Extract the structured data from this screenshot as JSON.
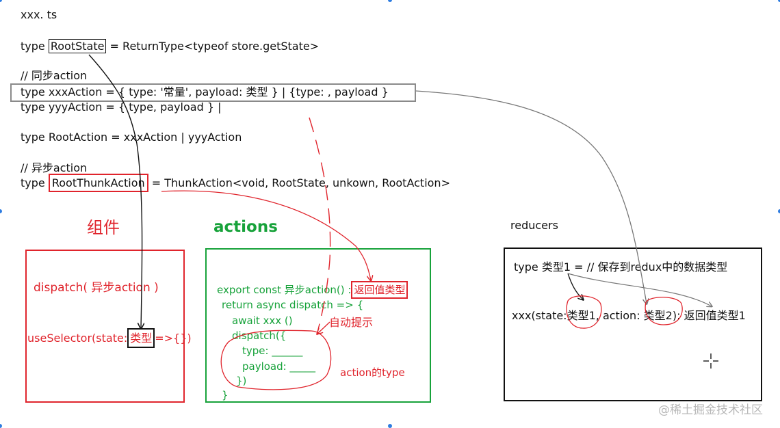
{
  "file_name": "xxx. ts",
  "code": {
    "line_root_state": {
      "kw": "type",
      "name": "RootState",
      "rest": "= ReturnType<typeof store.getState>"
    },
    "comment_sync": "// 同步action",
    "line_xxx_action": "type xxxAction = { type: '常量', payload: 类型  }    |    {type: ,  payload }",
    "line_yyy_action": "type yyyAction = { type, payload } |",
    "line_root_action": "type RootAction = xxxAction | yyyAction",
    "comment_async": "// 异步action",
    "line_root_thunk": {
      "kw": "type",
      "name": "RootThunkAction",
      "rest": "= ThunkAction<void, RootState, unkown, RootAction>"
    }
  },
  "components": {
    "heading": "组件",
    "dispatch": "dispatch(  异步action )",
    "use_selector_prefix": "useSelector(state:",
    "use_selector_type": "类型",
    "use_selector_suffix": "=>{})"
  },
  "actions": {
    "heading": "actions",
    "line1_prefix": "export const 异步action() :",
    "line1_return": "返回值类型",
    "line2": "return async dispatch => {",
    "line3": "await xxx ()",
    "line4": "dispatch({",
    "line5": "type: ______",
    "line6": "payload: _____",
    "line7": "})",
    "line8": "}",
    "auto_hint": "自动提示",
    "action_type_note": "action的type"
  },
  "reducers": {
    "heading": "reducers",
    "line1": "type 类型1 = // 保存到redux中的数据类型",
    "line2_a": "xxx(state:",
    "line2_b": "类型1",
    "line2_c": ", action:",
    "line2_d": "类型2",
    "line2_e": "): 返回值类型1"
  },
  "watermark": "@稀土掘金技术社区",
  "colors": {
    "red": "#e0242c",
    "green": "#17a23a",
    "black": "#111111",
    "gray": "#777777",
    "handle": "#2f7de1"
  }
}
